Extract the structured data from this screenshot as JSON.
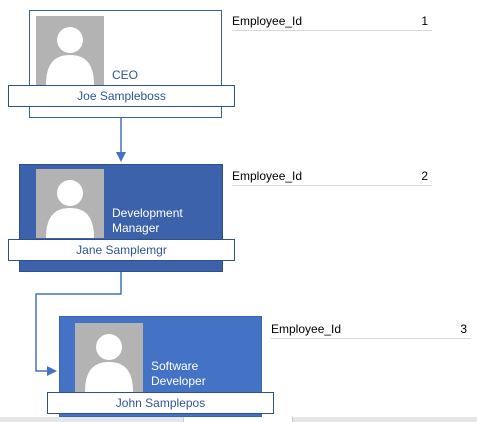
{
  "nodes": [
    {
      "title": "CEO",
      "name": "Joe Sampleboss",
      "field_label": "Employee_Id",
      "field_value": "1"
    },
    {
      "title": "Development Manager",
      "name": "Jane Samplemgr",
      "field_label": "Employee_Id",
      "field_value": "2"
    },
    {
      "title": "Software Developer",
      "name": "John Samplepos",
      "field_label": "Employee_Id",
      "field_value": "3"
    }
  ],
  "colors": {
    "card_border": "#3a5fa8",
    "card_dark": "#3b62ab",
    "card_medium": "#4472c4",
    "photo_placeholder": "#b3b3b3",
    "text_blue": "#2e5597",
    "connector": "#4472c4"
  },
  "icons": {
    "photo": "person-silhouette-icon"
  }
}
